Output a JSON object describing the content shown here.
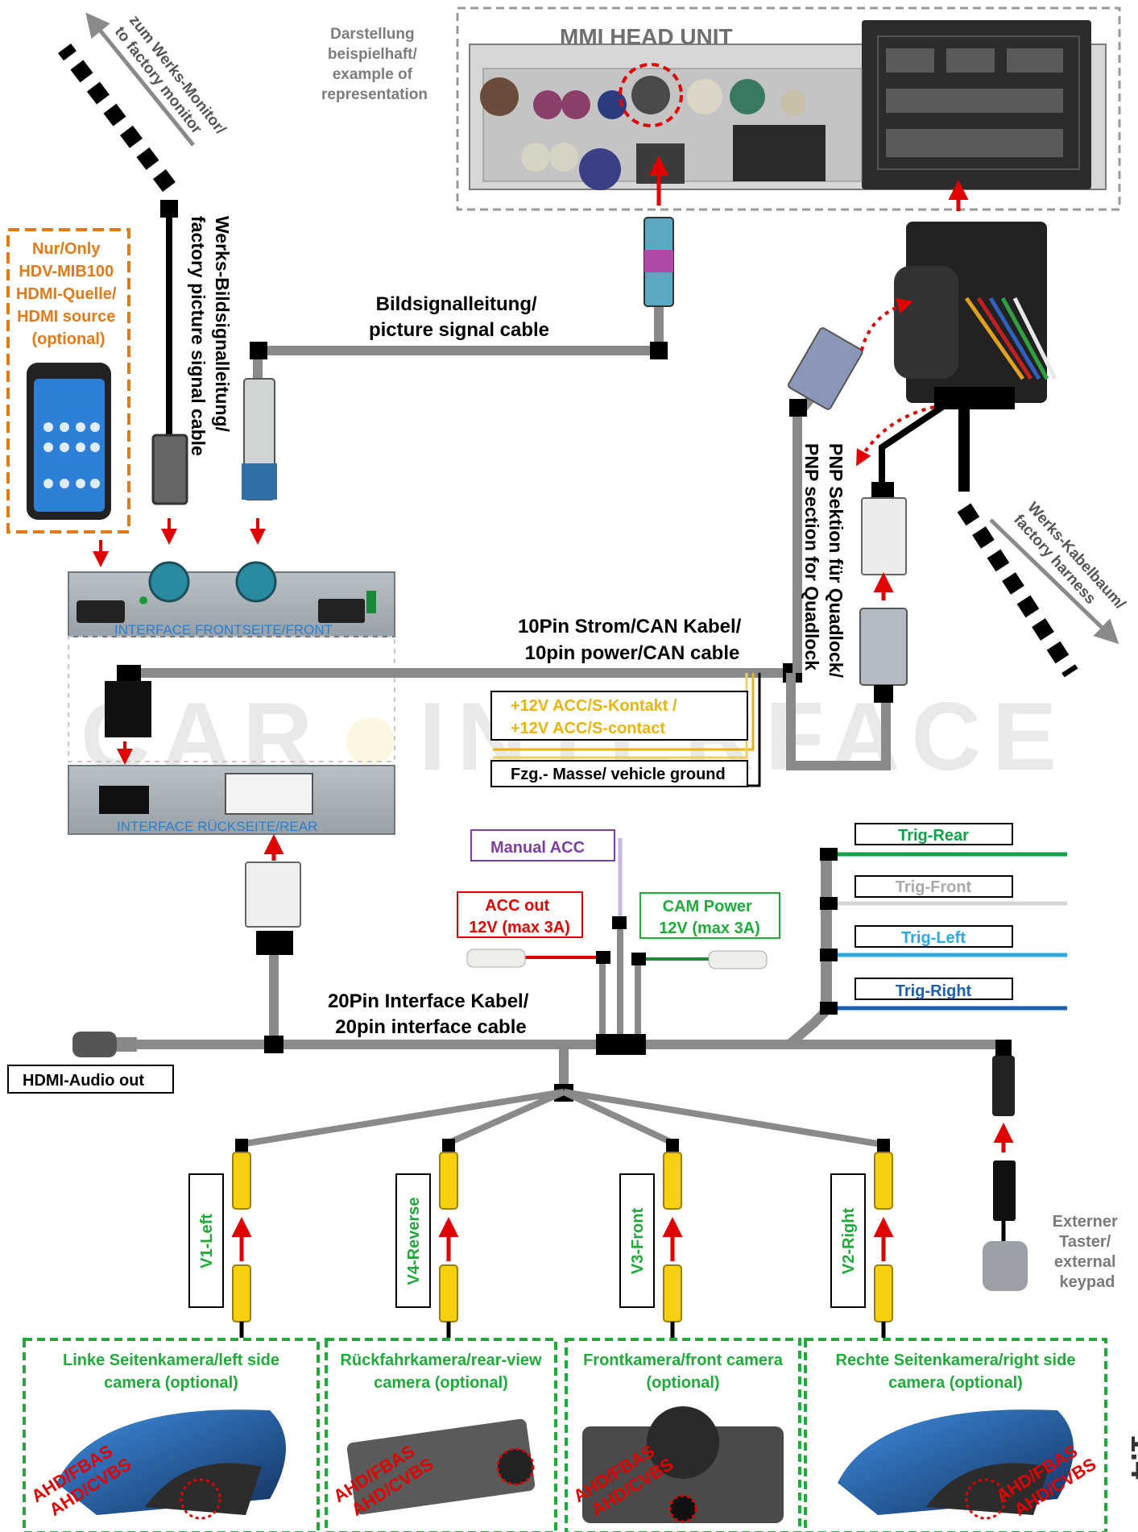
{
  "head_unit": {
    "title": "MMI HEAD UNIT",
    "note": [
      "Darstellung",
      "beispielhaft/",
      "example  of",
      "representation"
    ]
  },
  "factory_monitor_arrow": [
    "zum Werks-Monitor/",
    "to factory monitor"
  ],
  "factory_picture_cable": [
    "Werks-Bildsignalleitung/",
    "factory picture signal cable"
  ],
  "picture_signal_cable": [
    "Bildsignalleitung/",
    "picture signal cable"
  ],
  "hdmi_source": [
    "Nur/Only",
    "HDV-MIB100",
    "HDMI-Quelle/",
    "HDMI source",
    "(optional)"
  ],
  "interface_front_label": "INTERFACE  FRONTSEITE/FRONT",
  "interface_rear_label": "INTERFACE  RÜCKSEITE/REAR",
  "power_can_cable": [
    "10Pin Strom/CAN Kabel/",
    "10pin power/CAN cable"
  ],
  "acc_contact": [
    "+12V ACC/S-Kontakt /",
    "+12V ACC/S-contact"
  ],
  "vehicle_ground": "Fzg.- Masse/ vehicle ground",
  "pnp_section": [
    "PNP Sektion für Quadlock/",
    "PNP section for Quadlock"
  ],
  "factory_harness": [
    "Werks-Kabelbaum/",
    "factory harness"
  ],
  "manual_acc": "Manual ACC",
  "acc_out": [
    "ACC out",
    "12V (max 3A)"
  ],
  "cam_power": [
    "CAM Power",
    "12V (max 3A)"
  ],
  "triggers": [
    {
      "label": "Trig-Rear",
      "color": "#12a04a"
    },
    {
      "label": "Trig-Front",
      "color": "#d4d4d4"
    },
    {
      "label": "Trig-Left",
      "color": "#2fa8e0"
    },
    {
      "label": "Trig-Right",
      "color": "#1a5fb0"
    }
  ],
  "interface_cable": [
    "20Pin Interface Kabel/",
    "20pin interface cable"
  ],
  "hdmi_audio_out": "HDMI-Audio out",
  "external_keypad": [
    "Externer",
    "Taster/",
    "external",
    "keypad"
  ],
  "video_inputs": [
    {
      "label": "V1-Left"
    },
    {
      "label": "V4-Reverse"
    },
    {
      "label": "V3-Front"
    },
    {
      "label": "V2-Right"
    }
  ],
  "cameras": [
    {
      "title": [
        "Linke Seitenkamera/left side",
        "camera (optional)"
      ],
      "signal": [
        "AHD/FBAS",
        "AHD/CVBS"
      ]
    },
    {
      "title": [
        "Rückfahrkamera/rear-view",
        "camera (optional)"
      ],
      "signal": [
        "AHD/FBAS",
        "AHD/CVBS"
      ]
    },
    {
      "title": [
        "Frontkamera/front camera",
        "(optional)"
      ],
      "signal": [
        "AHD/FBAS",
        "AHD/CVBS"
      ]
    },
    {
      "title": [
        "Rechte Seitenkamera/right side",
        "camera (optional)"
      ],
      "signal": [
        "AHD/FBAS",
        "AHD/CVBS"
      ]
    }
  ],
  "colors": {
    "cable": "#8a8a8a",
    "arrow_red": "#e00000",
    "camera_border": "#1faa3a",
    "orange": "#e07a1a",
    "interface_blue": "#2a7fd0",
    "acc_yellow": "#e8b410",
    "manual_acc_purple": "#7a3fa0"
  }
}
